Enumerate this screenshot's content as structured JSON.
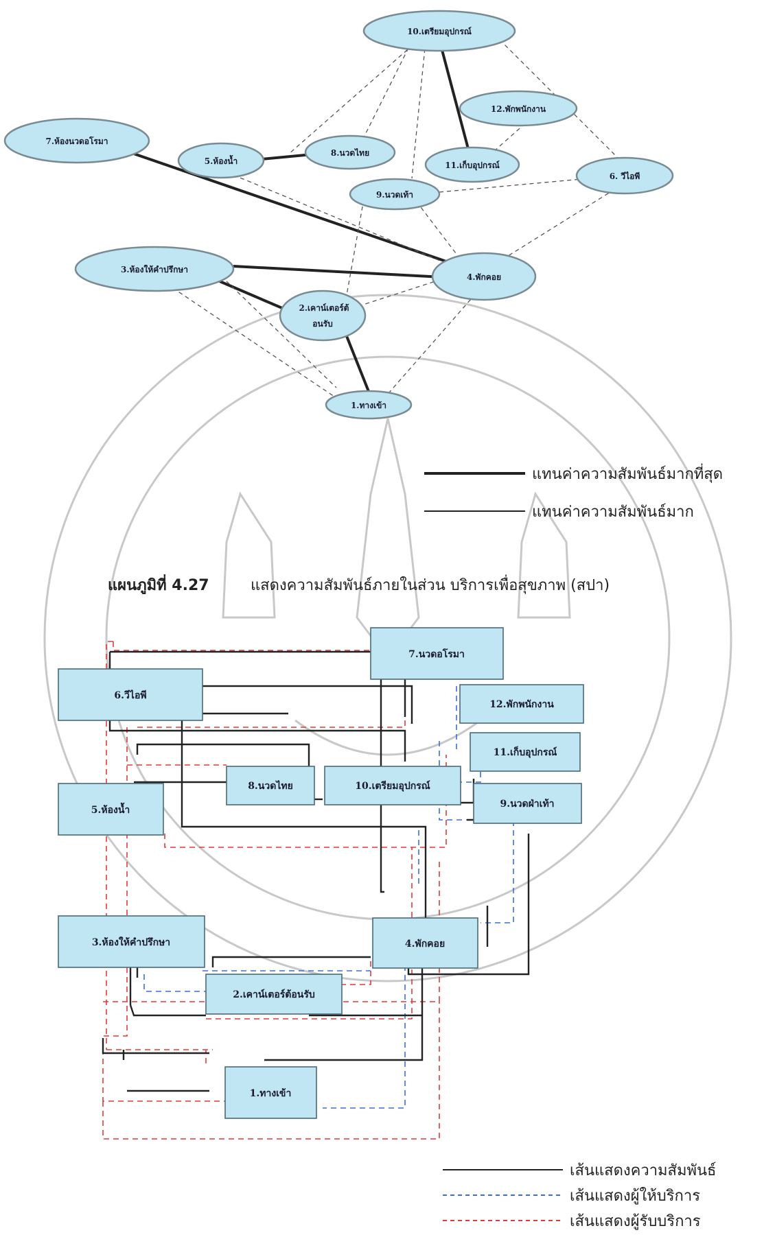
{
  "diagram_top": {
    "nodes": [
      {
        "id": "n10",
        "label": "10.เตรียมอุปกรณ์"
      },
      {
        "id": "n12",
        "label": "12.พักพนักงาน"
      },
      {
        "id": "n7",
        "label": "7.ห้องนวดอโรมา"
      },
      {
        "id": "n5",
        "label": "5.ห้องน้ำ"
      },
      {
        "id": "n8",
        "label": "8.นวดไทย"
      },
      {
        "id": "n11",
        "label": "11.เก็บอุปกรณ์"
      },
      {
        "id": "n6",
        "label": "6. วีไอพี"
      },
      {
        "id": "n9",
        "label": "9.นวดเท้า"
      },
      {
        "id": "n3",
        "label": "3.ห้องให้คำปรึกษา"
      },
      {
        "id": "n4",
        "label": "4.พักคอย"
      },
      {
        "id": "n2a",
        "label": "2.เคาน์เตอร์ต้"
      },
      {
        "id": "n2b",
        "label": "อนรับ"
      },
      {
        "id": "n1",
        "label": "1.ทางเข้า"
      }
    ],
    "legend": {
      "strongest": "แทนค่าความสัมพันธ์มากที่สุด",
      "strong": "แทนค่าความสัมพันธ์มาก"
    },
    "caption": {
      "prefix": "แผนภูมิที่ 4.27",
      "text": "แสดงความสัมพันธ์ภายในส่วน บริการเพื่อสุขภาพ (สปา)"
    }
  },
  "diagram_bottom": {
    "boxes": [
      {
        "id": "b7",
        "label": "7.นวดอโรมา"
      },
      {
        "id": "b6",
        "label": "6.วีไอพี"
      },
      {
        "id": "b12",
        "label": "12.พักพนักงาน"
      },
      {
        "id": "b11",
        "label": "11.เก็บอุปกรณ์"
      },
      {
        "id": "b8",
        "label": "8.นวดไทย"
      },
      {
        "id": "b10",
        "label": "10.เตรียมอุปกรณ์"
      },
      {
        "id": "b9",
        "label": "9.นวดฝ่าเท้า"
      },
      {
        "id": "b5",
        "label": "5.ห้องน้ำ"
      },
      {
        "id": "b3",
        "label": "3.ห้องให้คำปรึกษา"
      },
      {
        "id": "b4",
        "label": "4.พักคอย"
      },
      {
        "id": "b2",
        "label": "2.เคาน์เตอร์ต้อนรับ"
      },
      {
        "id": "b1",
        "label": "1.ทางเข้า"
      }
    ],
    "legend": {
      "relation": "เส้นแสดงความสัมพันธ์",
      "provider": "เส้นแสดงผู้ให้บริการ",
      "receiver": "เส้นแสดงผู้รับบริการ"
    },
    "colors": {
      "relation": "#222222",
      "provider": "#3a6fd8",
      "receiver": "#e03a3a",
      "node_fill": "#bfe6f2"
    }
  }
}
